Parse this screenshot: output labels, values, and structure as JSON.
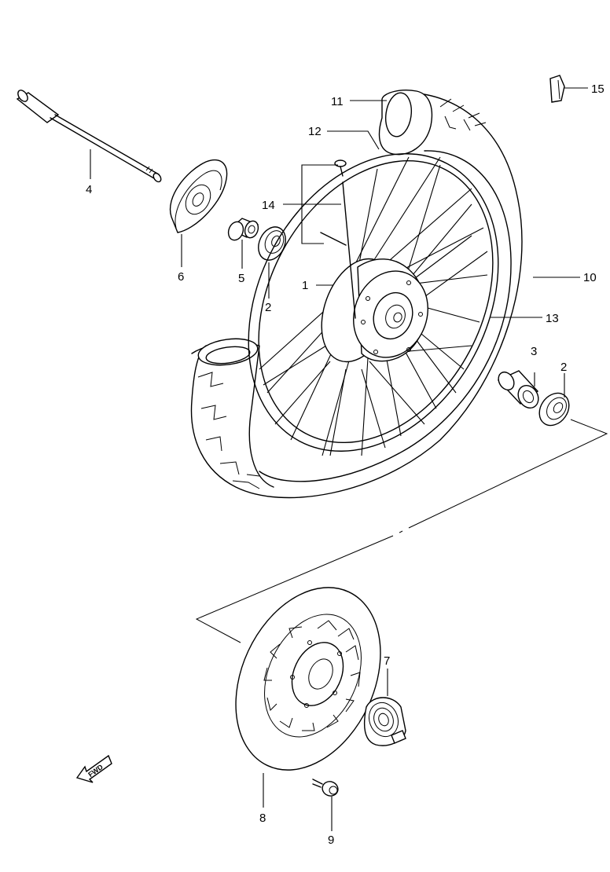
{
  "callouts": [
    {
      "id": "c1",
      "label": "1"
    },
    {
      "id": "c2a",
      "label": "2"
    },
    {
      "id": "c2b",
      "label": "2"
    },
    {
      "id": "c3",
      "label": "3"
    },
    {
      "id": "c4",
      "label": "4"
    },
    {
      "id": "c5",
      "label": "5"
    },
    {
      "id": "c6",
      "label": "6"
    },
    {
      "id": "c7",
      "label": "7"
    },
    {
      "id": "c8",
      "label": "8"
    },
    {
      "id": "c9",
      "label": "9"
    },
    {
      "id": "c10",
      "label": "10"
    },
    {
      "id": "c11",
      "label": "11"
    },
    {
      "id": "c12",
      "label": "12"
    },
    {
      "id": "c13",
      "label": "13"
    },
    {
      "id": "c14",
      "label": "14"
    },
    {
      "id": "c15",
      "label": "15"
    }
  ],
  "fwd_arrow_label": "FWD"
}
